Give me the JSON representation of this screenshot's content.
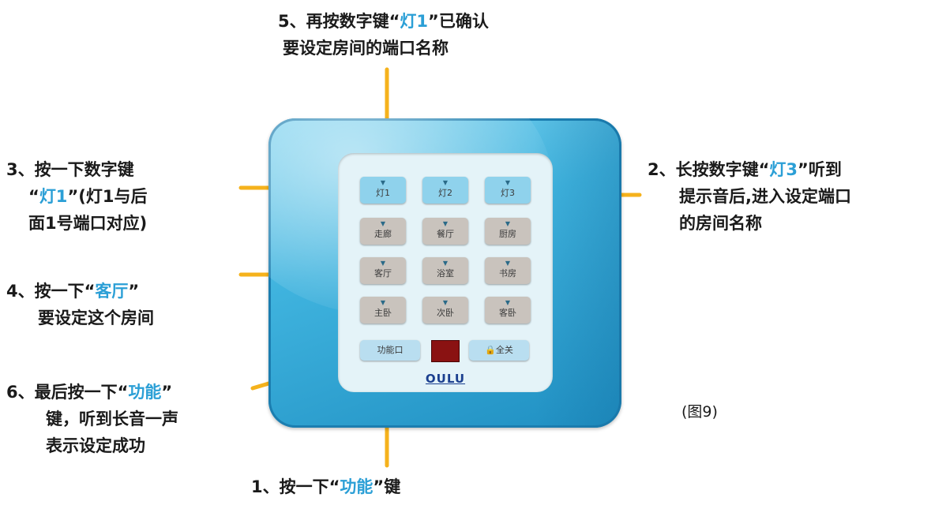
{
  "steps": {
    "step5": {
      "line1_pre": "5、再按数字键“",
      "line1_hl": "灯1",
      "line1_post": "”已确认",
      "line2": "要设定房间的端口名称"
    },
    "step3": {
      "line1": "3、按一下数字键",
      "line2_pre": "“",
      "line2_hl": "灯1",
      "line2_post": "”(灯1与后",
      "line3": "面1号端口对应)"
    },
    "step2": {
      "line1_pre": "2、长按数字键“",
      "line1_hl": "灯3",
      "line1_post": "”听到",
      "line2": "提示音后,进入设定端口",
      "line3": "的房间名称"
    },
    "step4": {
      "line1_pre": "4、按一下“",
      "line1_hl": "客厅",
      "line1_post": "”",
      "line2": "要设定这个房间"
    },
    "step6": {
      "line1_pre": "6、最后按一下“",
      "line1_hl": "功能",
      "line1_post": "”",
      "line2": "键，听到长音一声",
      "line3": "表示设定成功"
    },
    "step1": {
      "line1_pre": "1、按一下“",
      "line1_hl": "功能",
      "line1_post": "”键"
    }
  },
  "keypad": {
    "light_keys": [
      "灯1",
      "灯2",
      "灯3"
    ],
    "room_keys_row1": [
      "走廊",
      "餐厅",
      "厨房"
    ],
    "room_keys_row2": [
      "客厅",
      "浴室",
      "书房"
    ],
    "room_keys_row3": [
      "主卧",
      "次卧",
      "客卧"
    ],
    "function_key": "功能口",
    "all_off_key": "全关",
    "brand": "OULU"
  },
  "figure_label": "(图9)",
  "colors": {
    "highlight": "#2b9fd6",
    "arrow": "#f5b21c",
    "device": "#3fb3de"
  }
}
